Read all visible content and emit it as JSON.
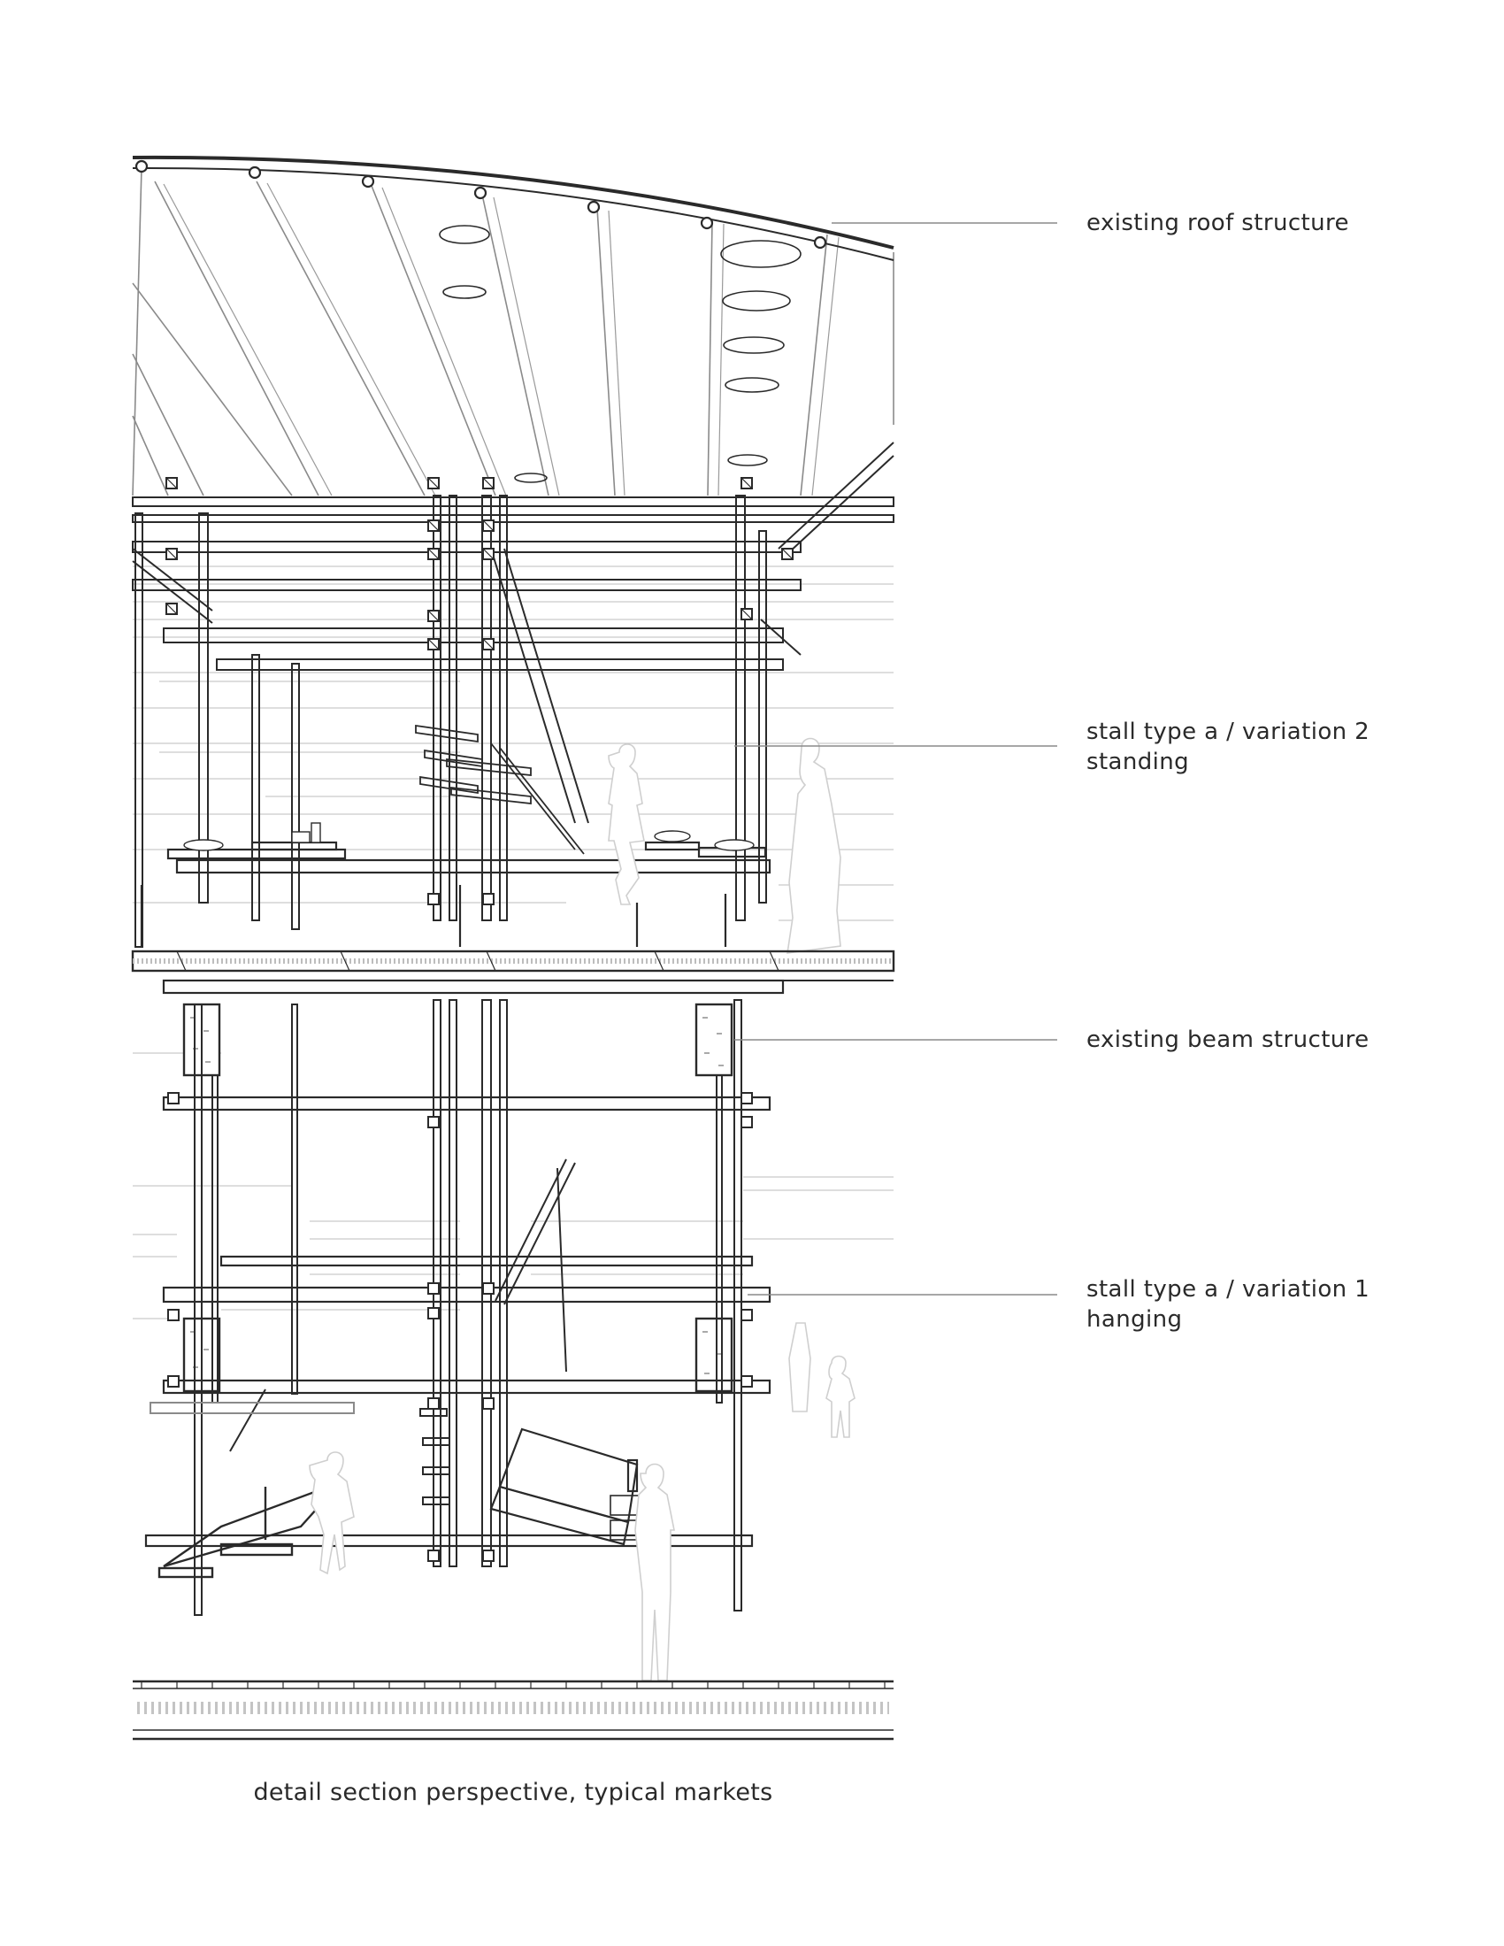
{
  "labels": {
    "roof": "existing roof structure",
    "stall_a2_line1": "stall type a / variation 2",
    "stall_a2_line2": "standing",
    "beam": "existing beam structure",
    "stall_a1_line1": "stall type a / variation 1",
    "stall_a1_line2": "hanging"
  },
  "caption": "detail section perspective, typical markets",
  "colors": {
    "ink": "#2a2a2a",
    "light_line": "#b8b8b8",
    "silhouette": "#cfcfcf"
  }
}
